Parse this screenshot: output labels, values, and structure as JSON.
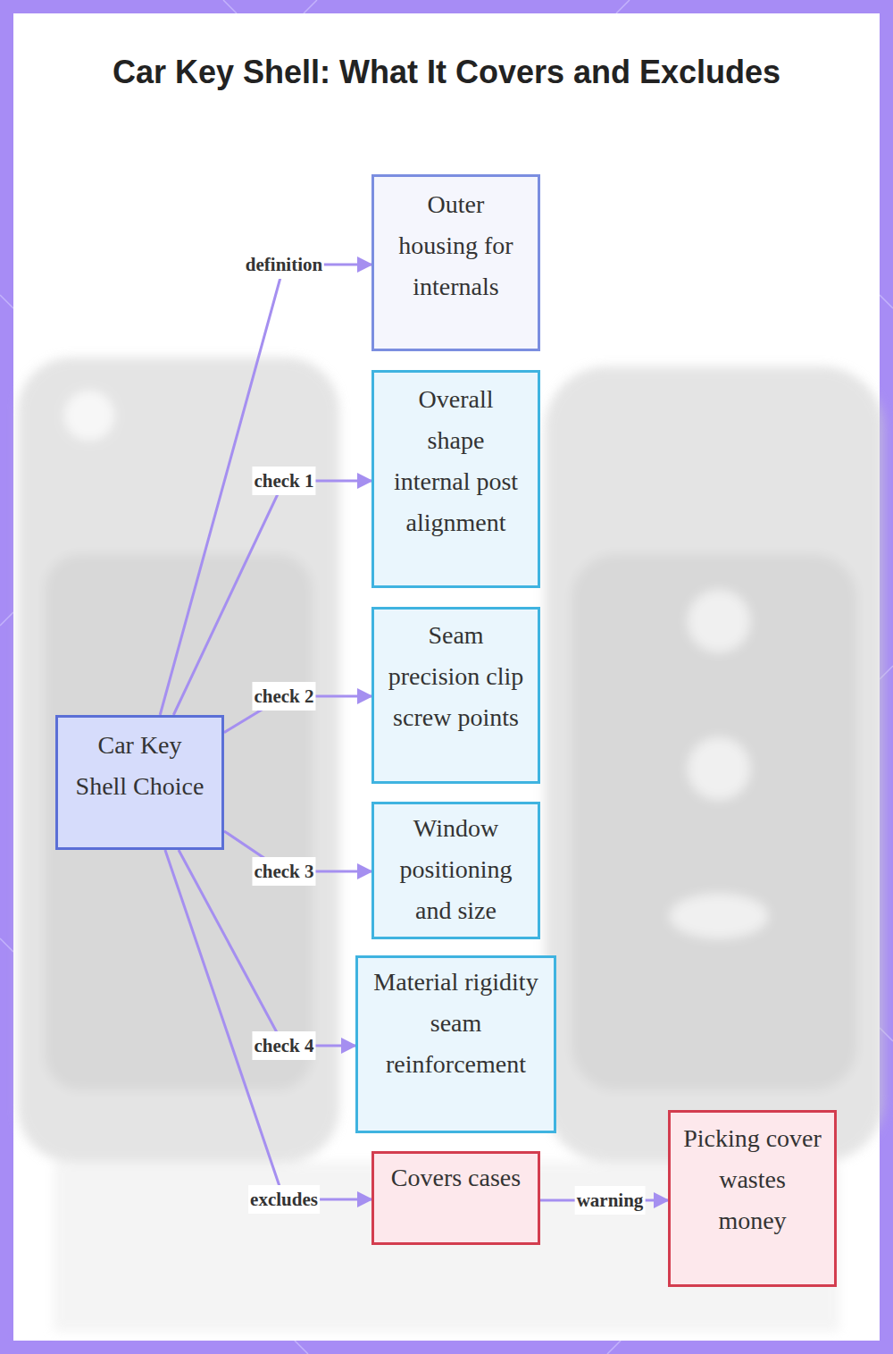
{
  "diagram": {
    "title": "Car Key Shell: What It Covers and Excludes",
    "nodes": [
      {
        "text": [
          "Car Key Shell Choice"
        ]
      },
      {
        "text": [
          "Outer housing for internals"
        ]
      },
      {
        "text": [
          "Overall shape internal post alignment"
        ]
      },
      {
        "text": [
          "Seam precision clip screw points"
        ]
      },
      {
        "text": [
          "Window positioning and size"
        ]
      },
      {
        "text": [
          "Material rigidity seam reinforcement"
        ]
      },
      {
        "text": [
          "Covers cases"
        ]
      },
      {
        "text": [
          "Picking cover wastes money"
        ]
      }
    ],
    "edges": [
      {
        "from": 0,
        "to": 1,
        "label": "definition",
        "arrow": "to"
      },
      {
        "from": 0,
        "to": 2,
        "label": "check 1",
        "arrow": "to"
      },
      {
        "from": 0,
        "to": 3,
        "label": "check 2",
        "arrow": "to"
      },
      {
        "from": 0,
        "to": 4,
        "label": "check 3",
        "arrow": "to"
      },
      {
        "from": 0,
        "to": 5,
        "label": "check 4",
        "arrow": "to"
      },
      {
        "from": 0,
        "to": 6,
        "label": "excludes",
        "arrow": "to"
      },
      {
        "from": 6,
        "to": 7,
        "label": "warning",
        "arrow": "to"
      }
    ]
  }
}
